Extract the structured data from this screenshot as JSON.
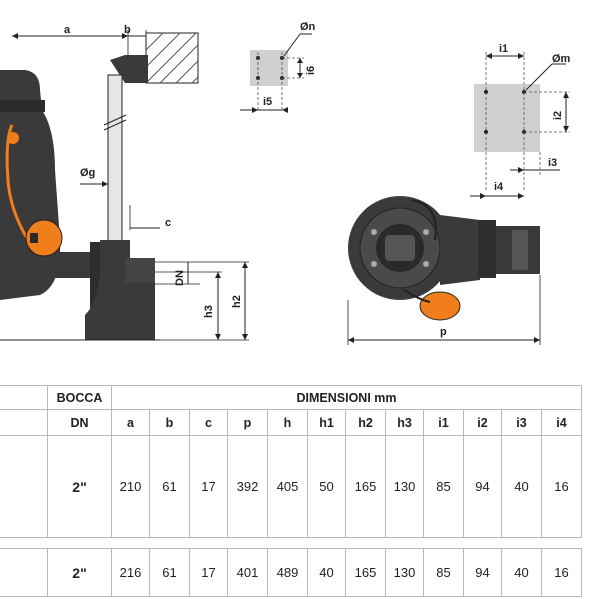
{
  "drawing": {
    "labels": {
      "a": "a",
      "b": "b",
      "c": "c",
      "g": "Øg",
      "dn": "DN",
      "h2": "h2",
      "h3": "h3",
      "n": "Øn",
      "i5": "i5",
      "i6": "i6",
      "i1": "i1",
      "m": "Øm",
      "i2": "i2",
      "i3": "i3",
      "i4": "i4",
      "p": "p"
    },
    "colors": {
      "pump_body": "#3a3a3a",
      "float": "#f07f1b",
      "base_plate": "#d0d0d0",
      "line": "#222222"
    }
  },
  "table": {
    "header": {
      "bocca": "BOCCA",
      "dn": "DN",
      "dimensioni": "DIMENSIONI mm",
      "columns": [
        "a",
        "b",
        "c",
        "p",
        "h",
        "h1",
        "h2",
        "h3",
        "i1",
        "i2",
        "i3",
        "i4"
      ]
    },
    "rows": [
      {
        "dn": "2\"",
        "values": [
          "210",
          "61",
          "17",
          "392",
          "405",
          "50",
          "165",
          "130",
          "85",
          "94",
          "40",
          "16"
        ]
      },
      {
        "dn": "2\"",
        "values": [
          "216",
          "61",
          "17",
          "401",
          "489",
          "40",
          "165",
          "130",
          "85",
          "94",
          "40",
          "16"
        ]
      }
    ]
  }
}
